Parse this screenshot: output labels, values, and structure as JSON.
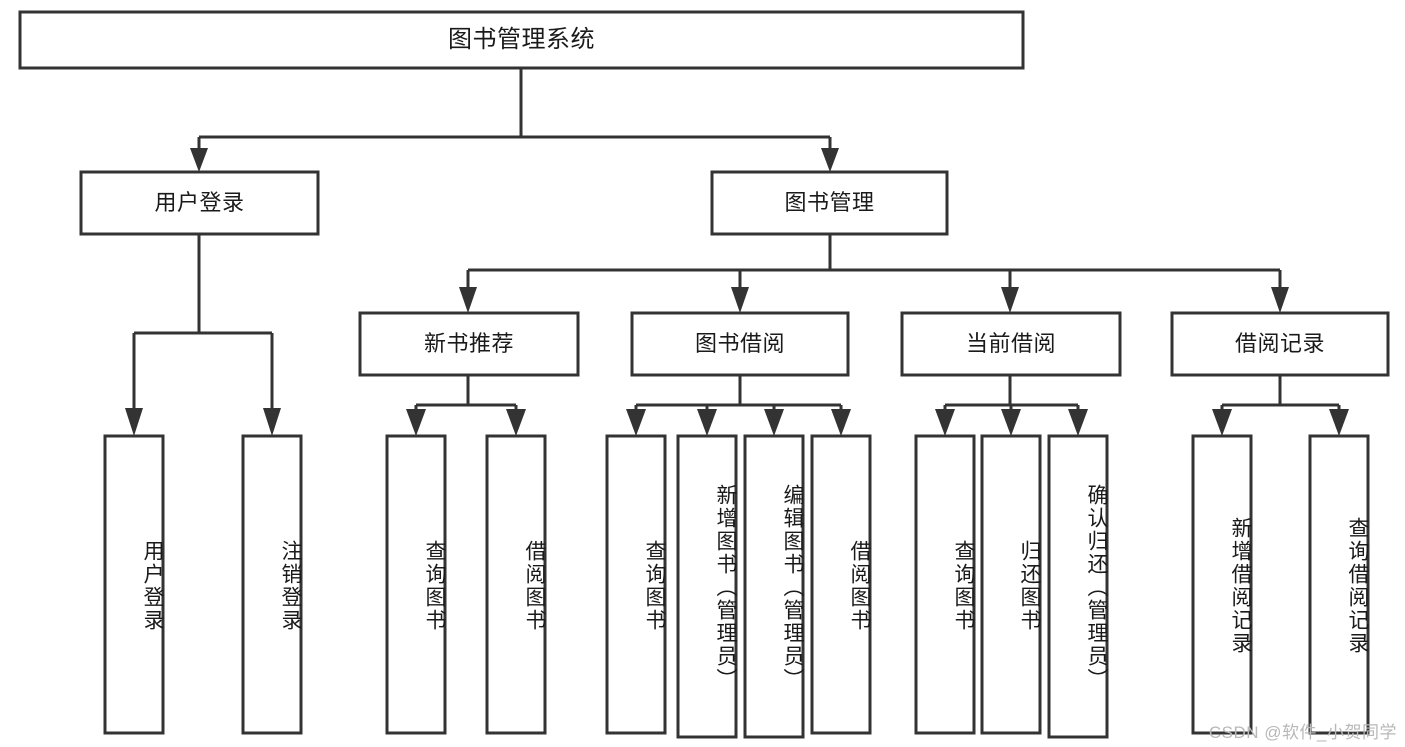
{
  "diagram": {
    "title": "图书管理系统",
    "type": "tree-hierarchy-diagram",
    "colors": {
      "box_stroke": "#333333",
      "box_fill": "#ffffff",
      "connector": "#333333",
      "text": "#1a1a1a",
      "watermark": "#b8b8b8",
      "background": "#ffffff"
    },
    "root": {
      "label": "图书管理系统"
    },
    "level2": {
      "user_login": {
        "label": "用户登录"
      },
      "book_manage": {
        "label": "图书管理"
      }
    },
    "level3": {
      "new_book_recommend": {
        "label": "新书推荐"
      },
      "book_borrow": {
        "label": "图书借阅"
      },
      "current_borrow": {
        "label": "当前借阅"
      },
      "borrow_record": {
        "label": "借阅记录"
      }
    },
    "leaves": {
      "user_login": [
        {
          "label": "用户登录"
        },
        {
          "label": "注销登录"
        }
      ],
      "new_book_recommend": [
        {
          "label": "查询图书"
        },
        {
          "label": "借阅图书"
        }
      ],
      "book_borrow": [
        {
          "label": "查询图书"
        },
        {
          "label": "新增图书（管理员）"
        },
        {
          "label": "编辑图书（管理员）"
        },
        {
          "label": "借阅图书"
        }
      ],
      "current_borrow": [
        {
          "label": "查询图书"
        },
        {
          "label": "归还图书"
        },
        {
          "label": "确认归还（管理员）"
        }
      ],
      "borrow_record": [
        {
          "label": "新增借阅记录"
        },
        {
          "label": "查询借阅记录"
        }
      ]
    },
    "watermark": "CSDN @软件_小贺同学"
  }
}
